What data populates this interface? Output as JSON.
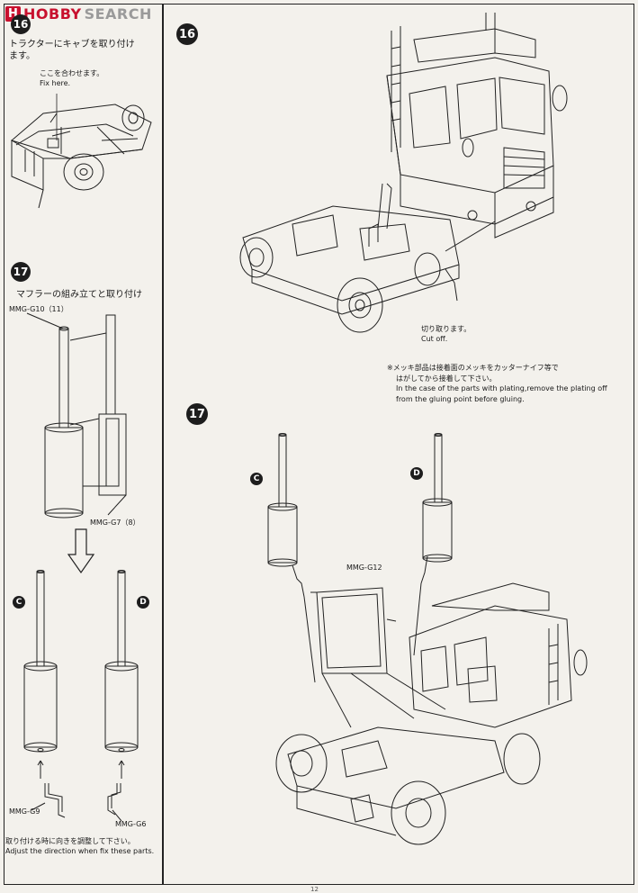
{
  "logo": {
    "mark": "H",
    "brand": "HOBBY",
    "search": "SEARCH"
  },
  "left_panel": {
    "step16": {
      "number": "16",
      "title_line1": "トラクターにキャブを取り付け",
      "title_line2": "ます。",
      "fix_jp": "ここを合わせます。",
      "fix_en": "Fix here."
    },
    "step17": {
      "number": "17",
      "title": "マフラーの組み立てと取り付け",
      "part_g10": "MMG-G10（11）",
      "part_g7": "MMG-G7（8）",
      "label_c": "C",
      "label_d": "D",
      "part_g9": "MMG-G9",
      "part_g6": "MMG-G6",
      "note_jp": "取り付ける時に向きを調整して下さい。",
      "note_en": "Adjust the direction when fix these parts."
    }
  },
  "right_panel": {
    "step16": {
      "number": "16",
      "cut_jp": "切り取ります。",
      "cut_en": "Cut off.",
      "plating_jp1": "※メッキ部品は接着面のメッキをカッターナイフ等で",
      "plating_jp2": "はがしてから接着して下さい。",
      "plating_en1": "In the case of the parts with plating,remove the plating off",
      "plating_en2": "from the gluing point before gluing."
    },
    "step17": {
      "number": "17",
      "label_c": "C",
      "label_d": "D",
      "part_g12": "MMG-G12"
    }
  },
  "footer": {
    "page_number": "12"
  }
}
